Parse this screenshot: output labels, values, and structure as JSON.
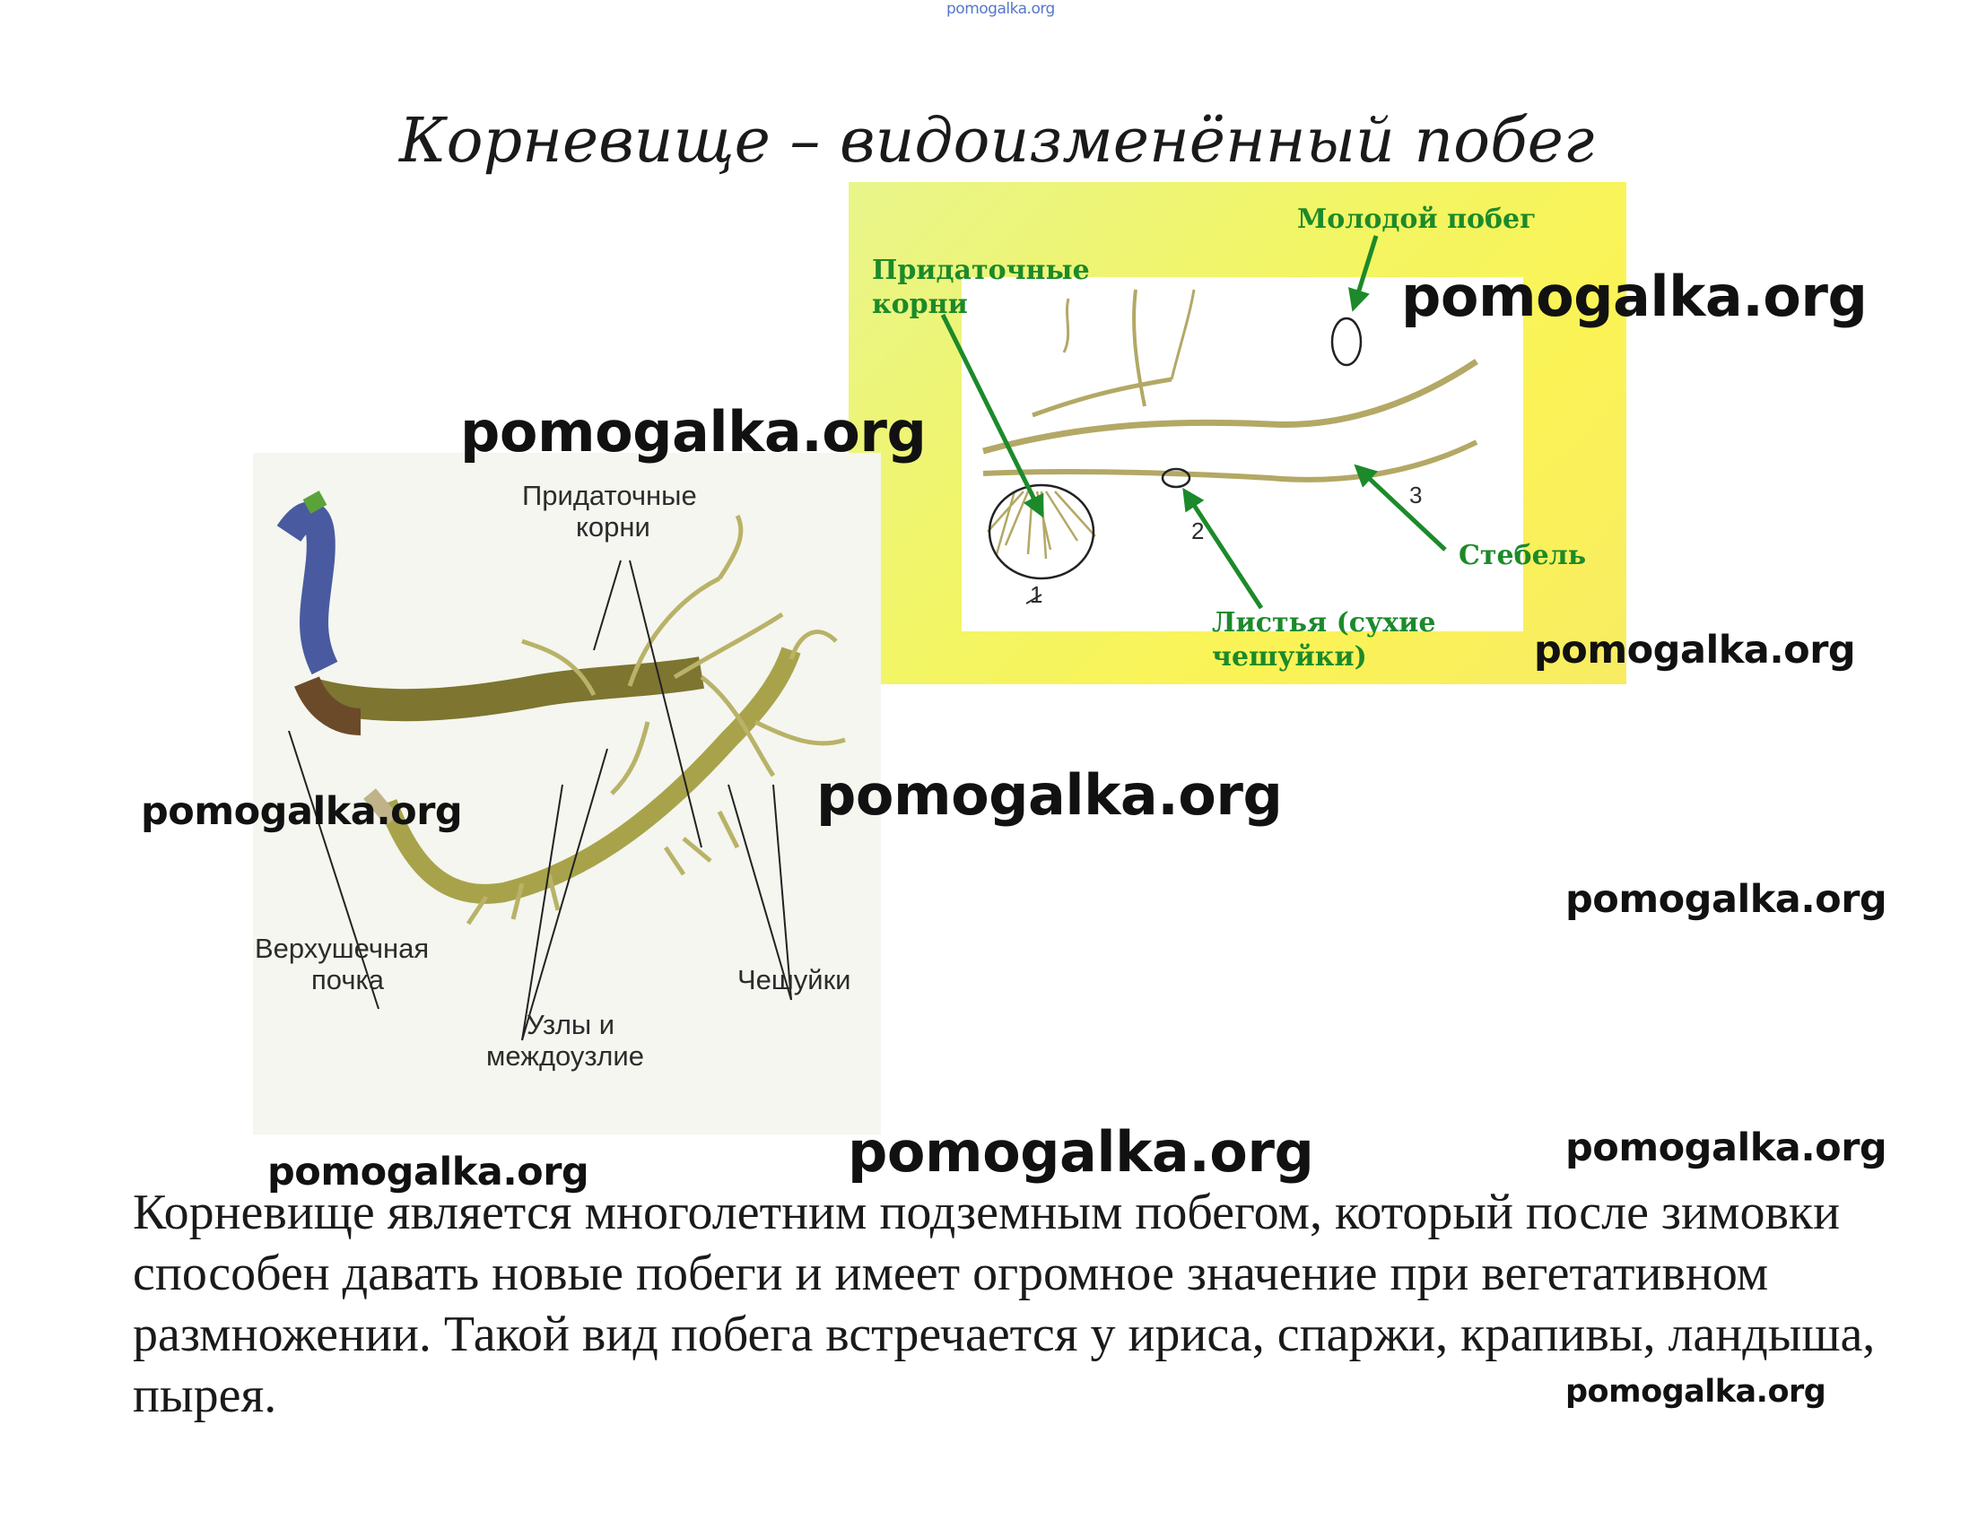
{
  "header": {
    "mark": "pomogalka.org"
  },
  "title": "Корневище – видоизменённый побег",
  "figure_right": {
    "label_young_shoot": "Молодой побег",
    "label_adventitious_roots": [
      "Придаточные",
      "корни"
    ],
    "label_stem": "Стебель",
    "label_leaves": [
      "Листья (сухие",
      "чешуйки)"
    ],
    "num_1": "1",
    "num_2": "2",
    "num_3": "3"
  },
  "figure_left": {
    "label_adventitious_roots": [
      "Придаточные",
      "корни"
    ],
    "label_apical_bud": [
      "Верхушечная",
      "почка"
    ],
    "label_scales": "Чешуйки",
    "label_nodes": [
      "Узлы и",
      "междоузлие"
    ]
  },
  "watermarks": {
    "wm1": "pomogalka.org",
    "wm2": "pomogalka.org",
    "wm3": "pomogalka.org",
    "wm4": "pomogalka.org",
    "wm5": "pomogalka.org",
    "wm6": "pomogalka.org",
    "wm7": "pomogalka.org",
    "wm8": "pomogalka.org",
    "wm9": "pomogalka.org",
    "wm10": "pomogalka.org"
  },
  "paragraph": "Корневище является многолетним подземным побегом, который после зимовки способен давать новые побеги и имеет огромное значение при вегетативном размножении. Такой вид побега встречается у ириса, спаржи, крапивы, ландыша, пырея."
}
